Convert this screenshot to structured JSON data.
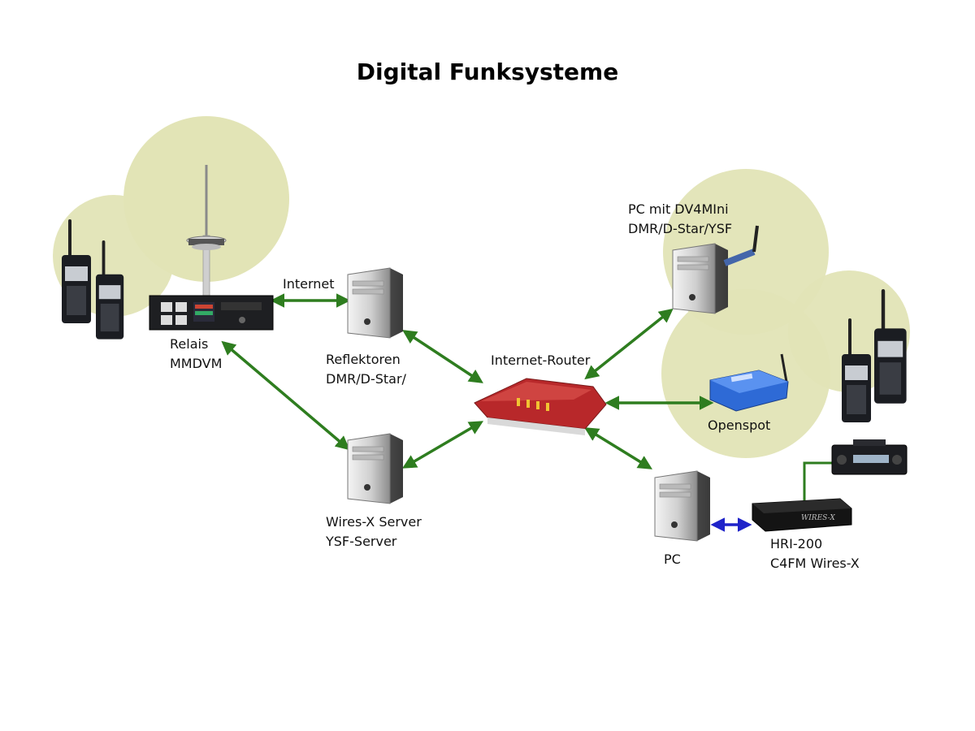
{
  "title": "Digital Funksysteme",
  "colors": {
    "coverage_fill": "#e2e4b6",
    "link_green": "#2e7d1f",
    "link_blue": "#1f23c9",
    "server_body": "#9a9a9a",
    "router_red": "#b8282a"
  },
  "nodes": {
    "repeater": {
      "line1": "Relais",
      "line2": "MMDVM",
      "icon": "repeater-rack-icon"
    },
    "tower": {
      "icon": "radio-tower-icon"
    },
    "reflectors": {
      "line1": "Reflektoren",
      "line2": "DMR/D-Star/",
      "icon": "server-icon"
    },
    "wiresx_server": {
      "line1": "Wires-X Server",
      "line2": "YSF-Server",
      "icon": "server-icon"
    },
    "router": {
      "label": "Internet-Router",
      "icon": "router-icon"
    },
    "pc_dv4mini": {
      "line1": "PC mit DV4MIni",
      "line2": "DMR/D-Star/YSF",
      "icon": "server-icon"
    },
    "openspot": {
      "label": "Openspot",
      "icon": "hotspot-icon"
    },
    "pc": {
      "label": "PC",
      "icon": "server-icon"
    },
    "hri200": {
      "line1": "HRI-200",
      "line2": "C4FM Wires-X",
      "icon": "hri-200-icon"
    },
    "mobile_radio": {
      "icon": "mobile-radio-icon"
    },
    "handhelds_left": {
      "icon": "handheld-radio-icon"
    },
    "handhelds_right": {
      "icon": "handheld-radio-icon"
    }
  },
  "links": {
    "internet": {
      "label": "Internet"
    }
  }
}
